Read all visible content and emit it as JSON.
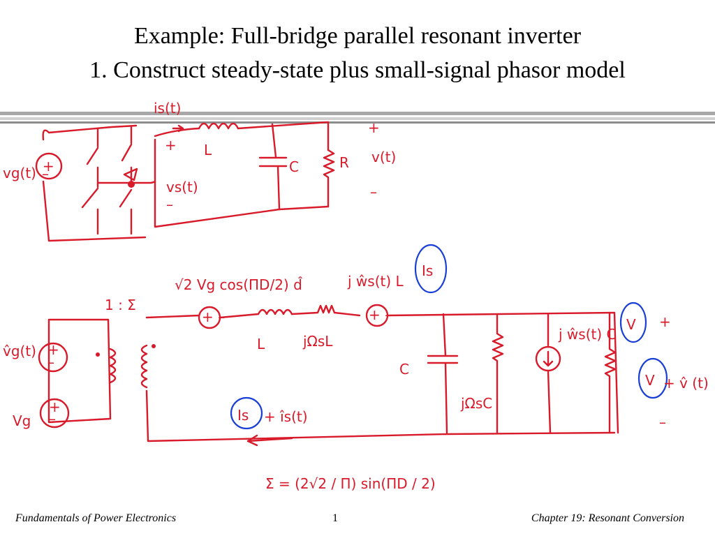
{
  "slide": {
    "title_line1": "Example:  Full-bridge parallel resonant inverter",
    "title_line2": "1. Construct steady-state plus small-signal phasor model"
  },
  "footer": {
    "left": "Fundamentals of Power Electronics",
    "page_number": "1",
    "right": "Chapter 19:  Resonant Conversion"
  },
  "annotations": {
    "is": "is(t)",
    "vg": "vg(t)",
    "vs": "vs(t)",
    "L": "L",
    "C": "C",
    "R": "R",
    "vt": "v(t)",
    "plus": "+",
    "minus": "–",
    "ratio": "1 : Σ",
    "src_top": "√2 Vg cos(ΠD/2) d̂",
    "jws_top": "j ŵs(t) L",
    "Is_top": "Is",
    "jwsL": "jΩsL",
    "jwsC": "jΩsC",
    "vg_hat": "v̂g(t)",
    "Vg": "Vg",
    "Is_bottom": "Is",
    "is_hat": "+ îs(t)",
    "jws_right": "j ŵs(t) C",
    "V": "V",
    "V_label": "V",
    "v_hat": "+ v̂ (t)",
    "sigma_eq": "Σ  =  (2√2 / Π) sin(ΠD / 2)"
  },
  "colors": {
    "ink": "#d81a2a",
    "ink_blue": "#1a3fd6",
    "rule_dark": "#8c8c8c",
    "rule_light": "#d0d0d0"
  }
}
